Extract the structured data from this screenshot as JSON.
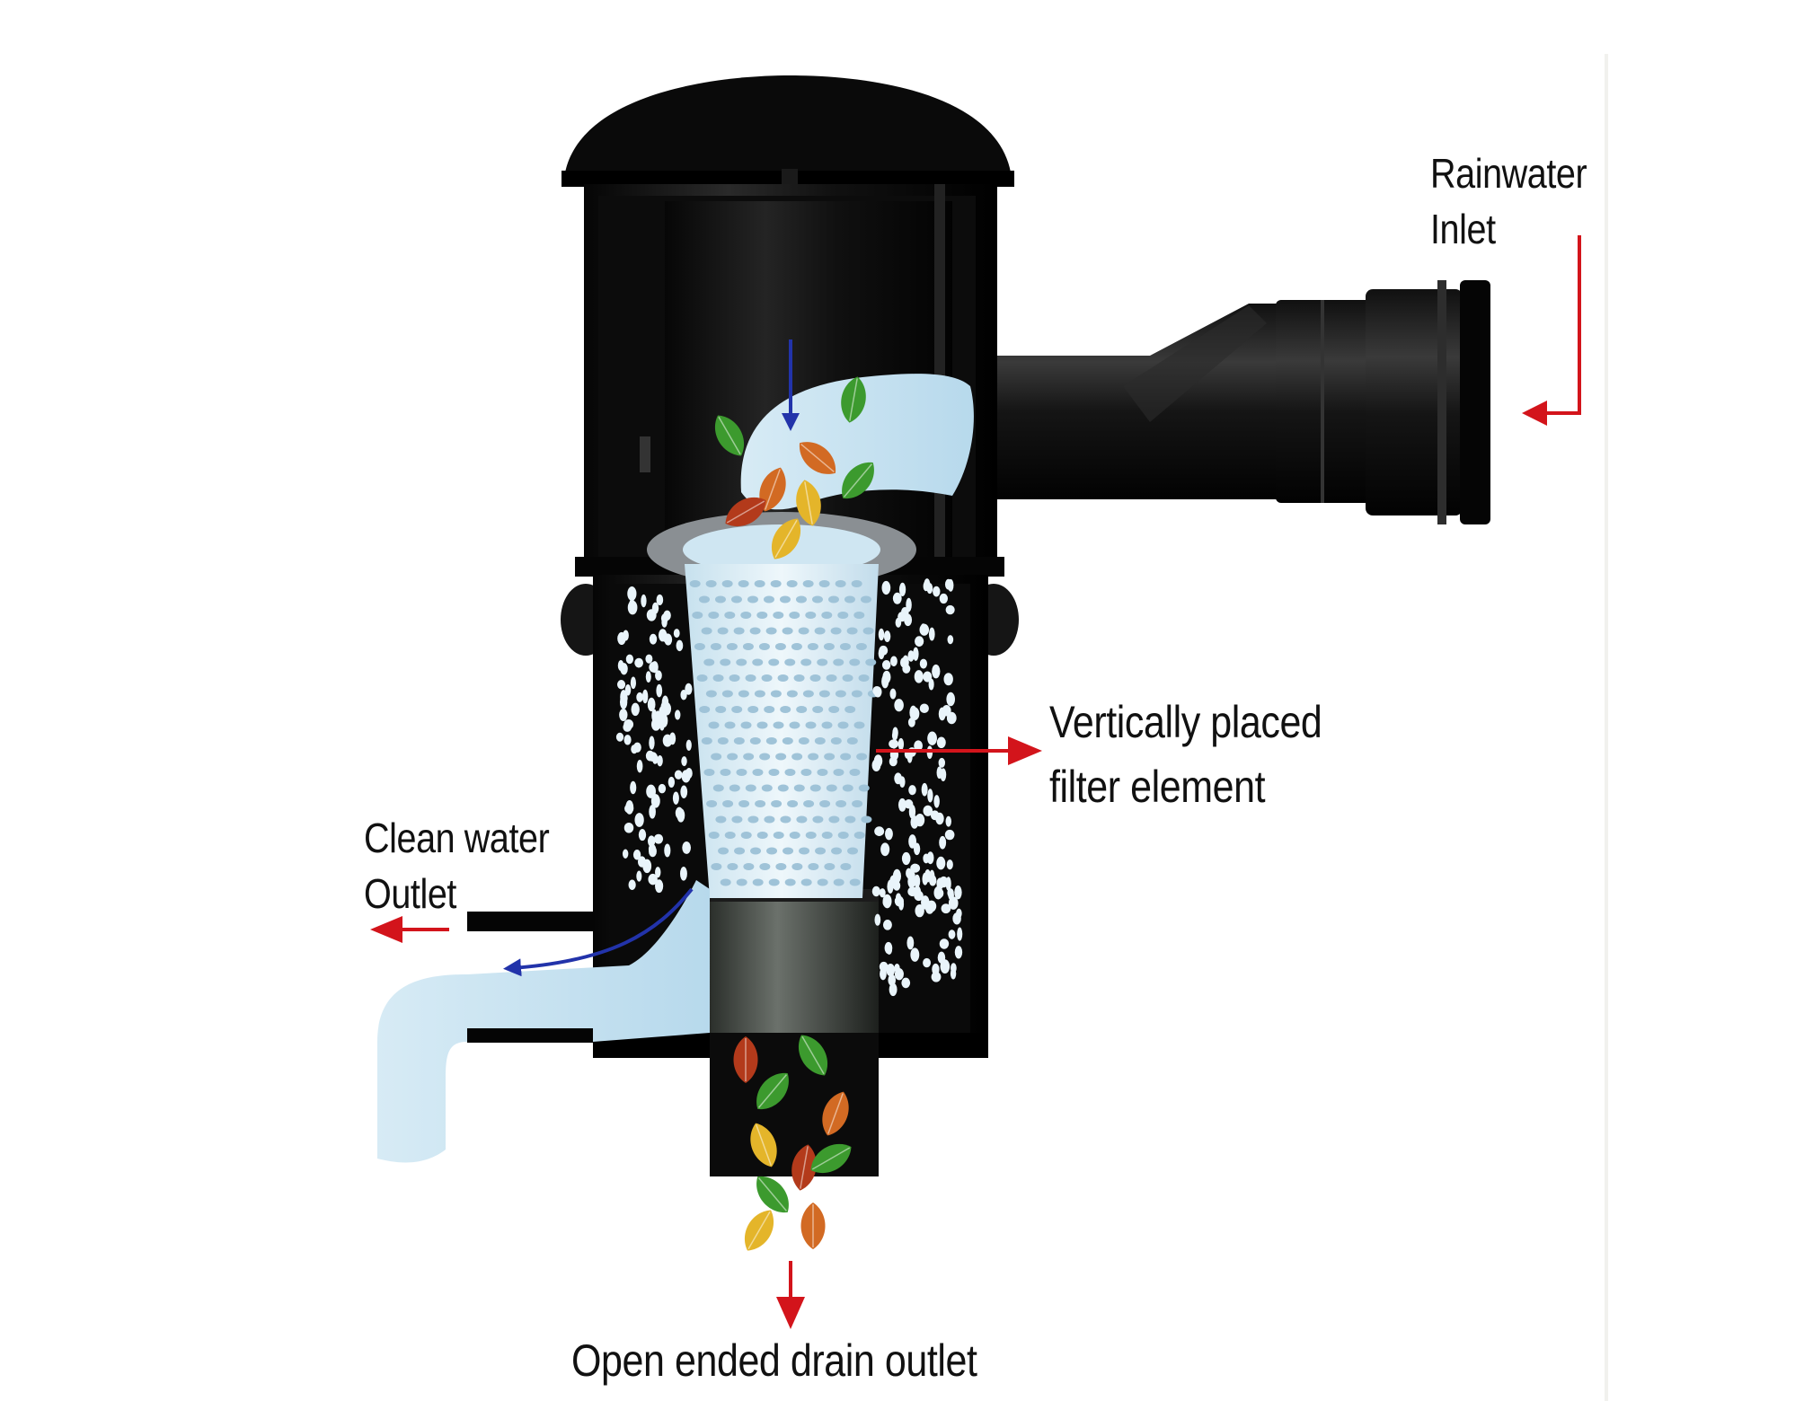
{
  "labels": {
    "rainwater_inlet": [
      "Rainwater",
      "Inlet"
    ],
    "filter_element": [
      "Vertically placed",
      "filter element"
    ],
    "clean_water_outlet": [
      "Clean water",
      "Outlet"
    ],
    "drain_outlet": "Open ended drain outlet"
  },
  "colors": {
    "body": "#0b0b0b",
    "water": "#c9e3f1",
    "flow_arrow": "#2233aa",
    "callout_arrow": "#d3141b",
    "filter": "#d9ecf4",
    "leaf_green": "#3c9a2e",
    "leaf_orange": "#d26a23",
    "leaf_yellow": "#e4b52a",
    "leaf_red": "#b33a1b"
  }
}
